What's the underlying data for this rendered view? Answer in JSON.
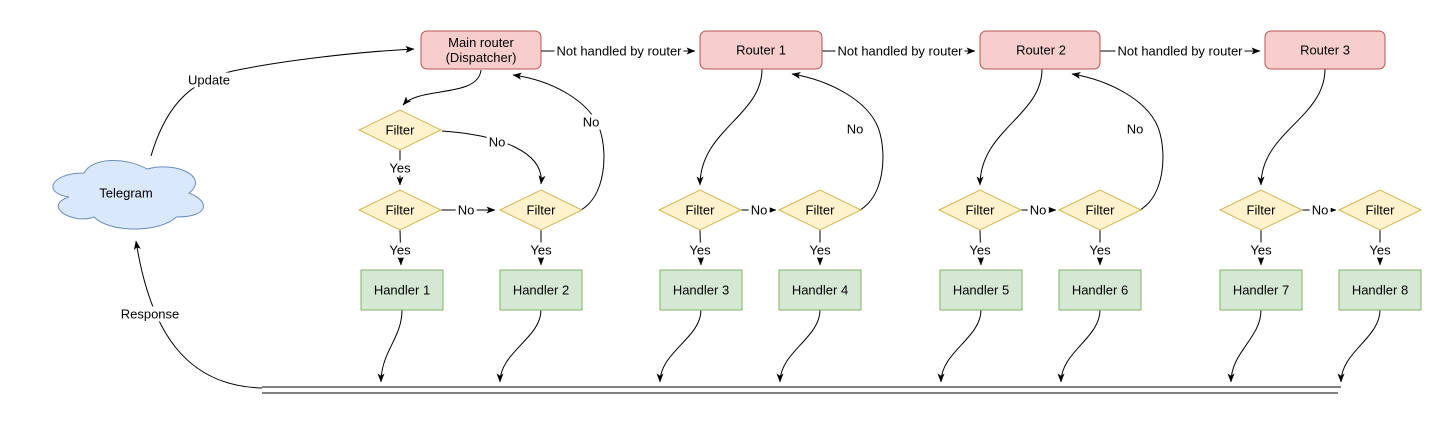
{
  "colors": {
    "background": "#ffffff",
    "cloud_fill": "#dae8fc",
    "cloud_stroke": "#6c8ebf",
    "router_fill": "#f8cecc",
    "router_stroke": "#b85450",
    "filter_fill": "#fff2cc",
    "filter_stroke": "#d6b656",
    "handler_fill": "#d5e8d4",
    "handler_stroke": "#82b366",
    "edge_color": "#000000"
  },
  "diagram": {
    "telegram_label": "Telegram",
    "update_label": "Update",
    "response_label": "Response",
    "not_handled_label": "Not handled by router",
    "yes_label": "Yes",
    "no_label": "No",
    "filter_label": "Filter",
    "main_router": {
      "line1": "Main router",
      "line2": "(Dispatcher)"
    },
    "routers": [
      "Router 1",
      "Router 2",
      "Router 3"
    ],
    "handlers": [
      "Handler 1",
      "Handler 2",
      "Handler 3",
      "Handler 4",
      "Handler 5",
      "Handler 6",
      "Handler 7",
      "Handler 8"
    ]
  }
}
